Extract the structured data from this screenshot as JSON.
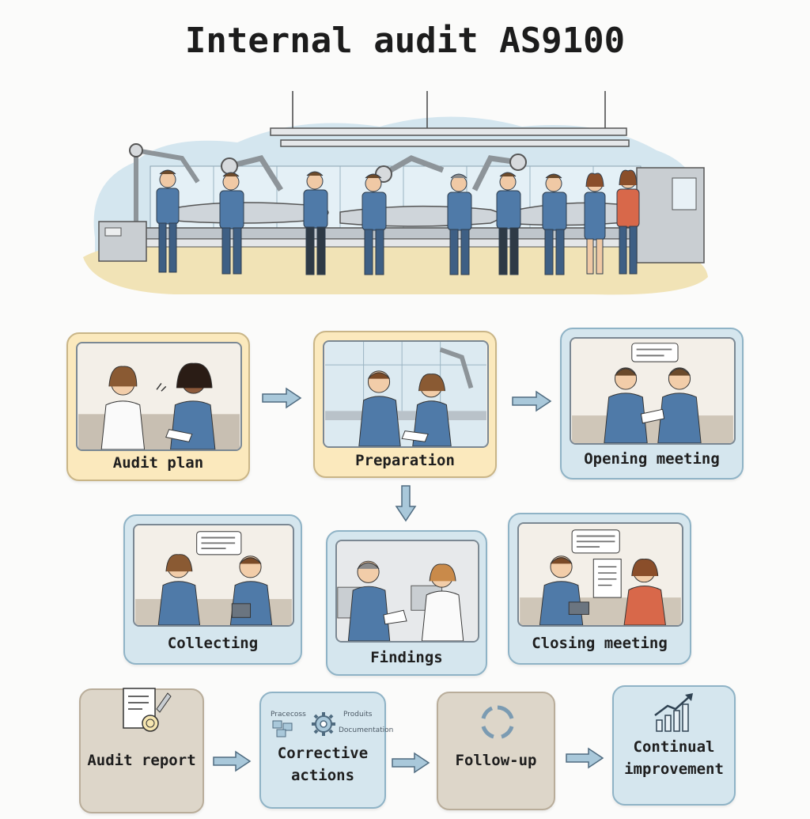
{
  "title": "Internal audit AS9100",
  "steps": {
    "audit_plan": "Audit plan",
    "preparation": "Preparation",
    "opening_meeting": "Opening meeting",
    "collecting": "Collecting",
    "findings": "Findings",
    "closing_meeting": "Closing meeting",
    "audit_report": "Audit report",
    "corrective_actions_line1": "Corrective",
    "corrective_actions_line2": "actions",
    "follow_up": "Follow-up",
    "continual_improvement_line1": "Continual",
    "continual_improvement_line2": "improvement"
  },
  "corrective_icons": {
    "process": "Pracecoss",
    "products": "Produits",
    "documentation": "Documentation"
  },
  "colors": {
    "card_yellow": "#fbe9bd",
    "card_blue": "#d5e6ee",
    "card_tan": "#ddd6c9",
    "arrow_fill": "#a9c8da",
    "uniform_blue": "#4f7aa8"
  }
}
